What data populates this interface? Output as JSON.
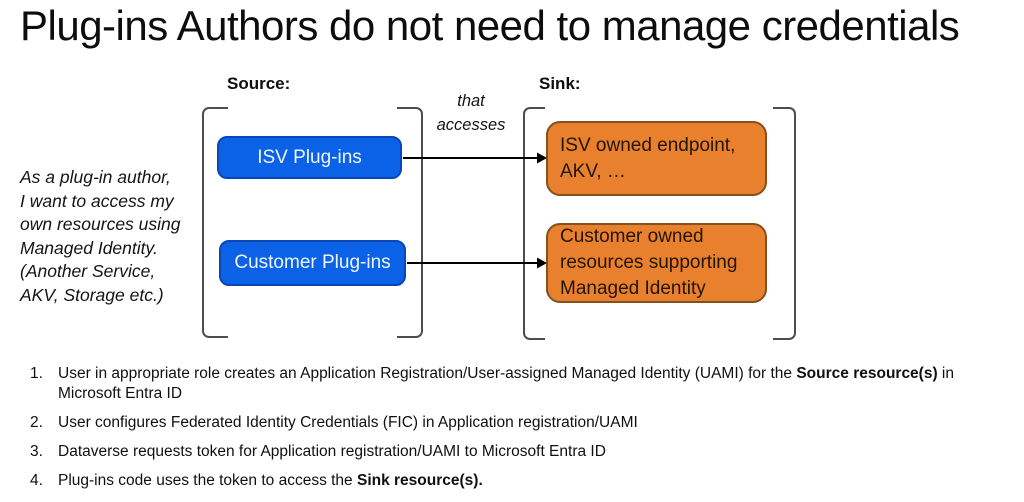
{
  "title": "Plug-ins Authors do not need to manage credentials",
  "diagram": {
    "user_story": "As a plug-in author,\nI want to access my\nown resources using\nManaged Identity.\n(Another Service,\nAKV, Storage etc.)",
    "source_label": "Source:",
    "sink_label": "Sink:",
    "connector_label": "that\naccesses",
    "source_boxes": [
      {
        "label": "ISV Plug-ins"
      },
      {
        "label": "Customer Plug-ins"
      }
    ],
    "sink_boxes": [
      {
        "label": "ISV owned endpoint,\nAKV, …"
      },
      {
        "label": "Customer owned\nresources supporting\nManaged Identity"
      }
    ]
  },
  "steps": [
    {
      "number": "1.",
      "prefix": "User in appropriate role creates an Application Registration/User-assigned Managed Identity (UAMI) for the ",
      "bold": "Source resource(s)",
      "suffix": " in Microsoft Entra ID"
    },
    {
      "number": "2.",
      "prefix": "User configures Federated Identity Credentials (FIC) in Application registration/UAMI",
      "bold": "",
      "suffix": ""
    },
    {
      "number": "3.",
      "prefix": "Dataverse requests token for Application registration/UAMI to Microsoft Entra ID",
      "bold": "",
      "suffix": ""
    },
    {
      "number": "4.",
      "prefix": "Plug-ins code uses the token to access the ",
      "bold": "Sink resource(s).",
      "suffix": ""
    }
  ],
  "colors": {
    "source_box_fill": "#0b62e6",
    "source_box_border": "#0a46b4",
    "source_box_text": "#eef6ff",
    "sink_box_fill": "#e8802d",
    "sink_box_border": "#84501e",
    "sink_box_text": "#231505",
    "bracket": "#4d4d4d",
    "arrow": "#000000",
    "background": "#ffffff",
    "text": "#111111"
  }
}
